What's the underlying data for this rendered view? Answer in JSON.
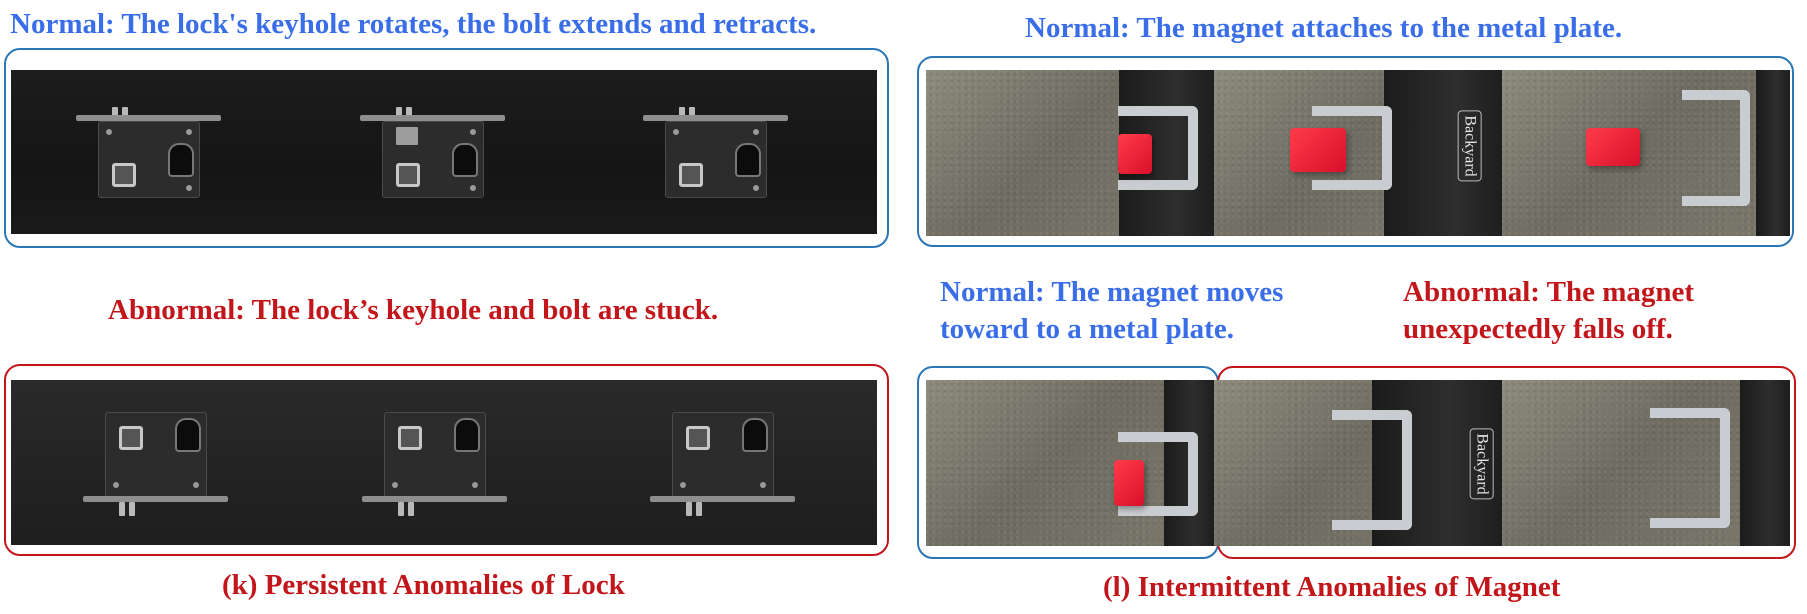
{
  "left": {
    "normal_caption": "Normal: The lock's keyhole rotates, the bolt extends and retracts.",
    "abnormal_caption": "Abnormal: The lock’s keyhole and bolt are stuck.",
    "subfig_caption": "(k) Persistent Anomalies of Lock"
  },
  "right": {
    "normal_caption": "Normal: The magnet attaches to the metal plate.",
    "normal2_caption_line1": "Normal: The magnet moves",
    "normal2_caption_line2": "toward to a metal plate.",
    "abnormal_caption_line1": "Abnormal: The magnet",
    "abnormal_caption_line2": "unexpectedly falls off.",
    "subfig_caption": "(l) Intermittent Anomalies of Magnet",
    "device_label": "Backyard"
  },
  "colors": {
    "normal_text": "#3a6ee8",
    "abnormal_text": "#c2161a",
    "normal_border": "#2a77b8",
    "abnormal_border": "#c2161a"
  }
}
